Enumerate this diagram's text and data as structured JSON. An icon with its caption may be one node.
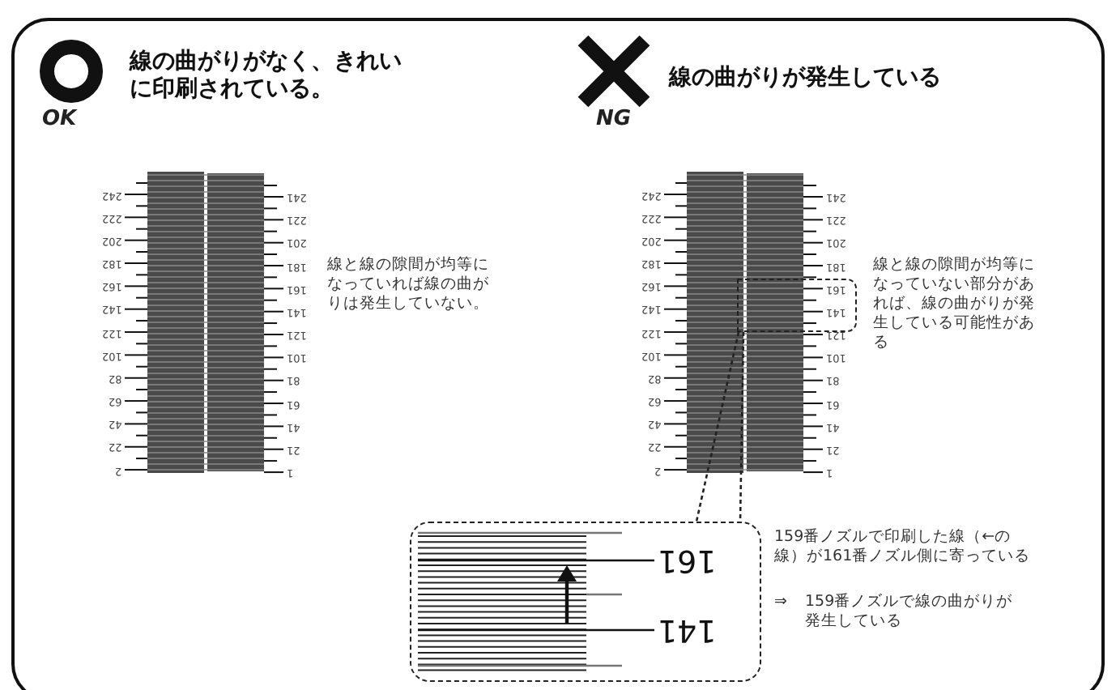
{
  "diagram": {
    "nodes": [
      {
        "text": [],
        "shape": "box"
      },
      {
        "text": [
          "161",
          "141"
        ]
      }
    ],
    "edges": [
      {
        "from": 0,
        "to": 1,
        "arrow": "none",
        "style": "dashed"
      },
      {
        "from": 0,
        "to": 1,
        "arrow": "none",
        "style": "dashed"
      }
    ],
    "labels": [
      "線の曲がりがなく、きれいに印刷されている。",
      "線の曲がりが発生している",
      "OK",
      "NG",
      "242",
      "222",
      "202",
      "182",
      "162",
      "142",
      "122",
      "102",
      "82",
      "62",
      "42",
      "22",
      "2",
      "241",
      "221",
      "201",
      "181",
      "161",
      "141",
      "121",
      "101",
      "81",
      "61",
      "41",
      "21",
      "1",
      "線と線の隙間が均等になっていれば線の曲がりは発生していない。",
      "242",
      "222",
      "202",
      "182",
      "162",
      "142",
      "122",
      "102",
      "82",
      "62",
      "42",
      "22",
      "2",
      "241",
      "221",
      "201",
      "181",
      "161",
      "141",
      "121",
      "101",
      "81",
      "61",
      "41",
      "21",
      "1",
      "線と線の隙間が均等になっていない部分があれば、線の曲がりが発生している可能性がある",
      "159番ノズルで印刷した線（←の線）が161番ノズル側に寄っている",
      "⇒",
      "159番ノズルで線の曲がりが発生している"
    ]
  }
}
